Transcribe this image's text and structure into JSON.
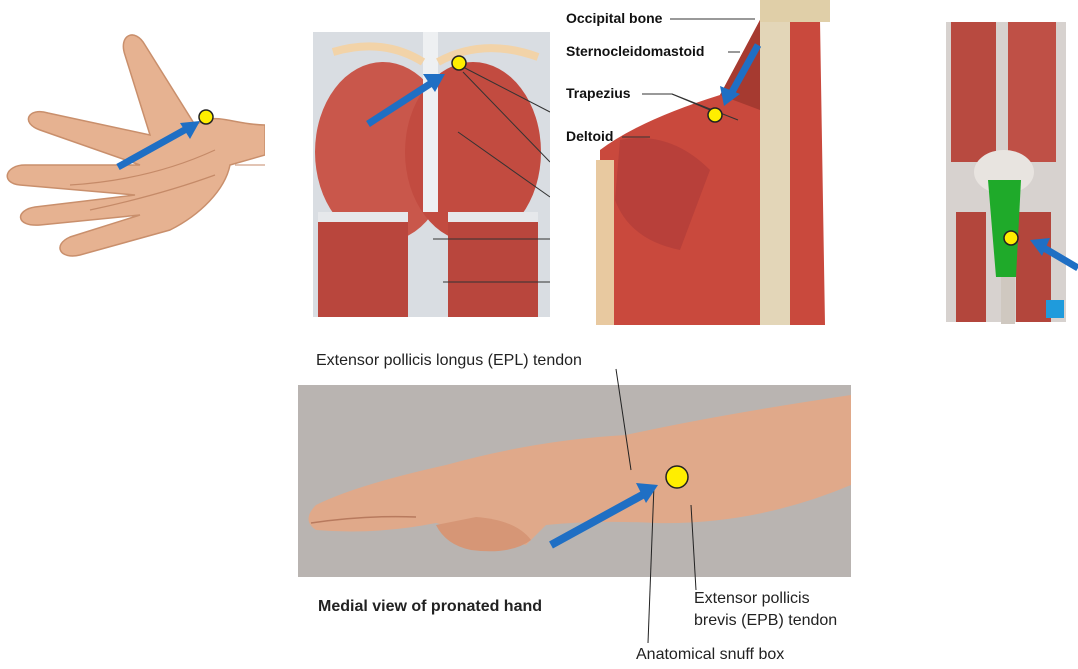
{
  "colors": {
    "marker_fill": "#ffee00",
    "marker_stroke": "#222222",
    "arrow": "#1f6fc4",
    "muscle": "#c2453c",
    "tendon_highlight": "#1faa2a",
    "skin": "#e8b48f"
  },
  "panels": {
    "palm": {
      "marker": "point-marker",
      "arrow": "pointer-arrow"
    },
    "gluteal": {
      "marker": "point-marker",
      "arrow": "pointer-arrow"
    },
    "neck": {
      "labels": {
        "occipital": "Occipital bone",
        "sternocleidomastoid": "Sternocleidomastoid",
        "trapezius": "Trapezius",
        "deltoid": "Deltoid"
      }
    },
    "knee": {
      "highlight": "green-tendon"
    },
    "wrist": {
      "label_epl": "Extensor pollicis longus (EPL) tendon",
      "caption": "Medial view of pronated hand",
      "label_epb_line1": "Extensor pollicis",
      "label_epb_line2": "brevis (EPB) tendon",
      "label_snuffbox": "Anatomical snuff box"
    }
  }
}
